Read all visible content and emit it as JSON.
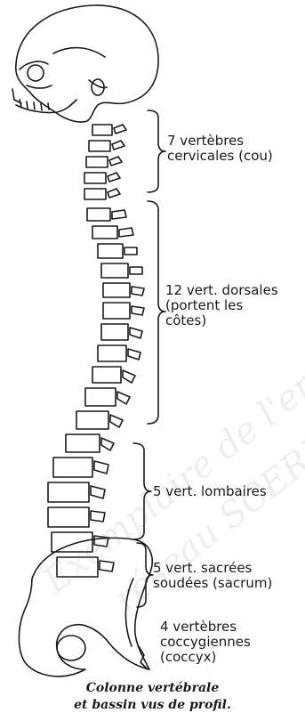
{
  "labels": {
    "cervical": [
      "7 vertèbres",
      "cervicales (cou)"
    ],
    "dorsal": [
      "12 vert. dorsales",
      "(portent les",
      "côtes)"
    ],
    "lumbar": [
      "5 vert. lombaires"
    ],
    "sacral": [
      "5 vert. sacrées",
      "soudées (sacrum)"
    ],
    "coccyx": [
      "4 vertèbres",
      "coccygiennes",
      "(coccyx)"
    ]
  },
  "caption": [
    "Colonne vertébrale",
    "et bassin vus de profil."
  ],
  "watermark": [
    "Exemplaire de l'ens",
    "réseau SCEREN"
  ],
  "colors": {
    "ink": "#1a1a1a",
    "paper": "#ffffff"
  }
}
